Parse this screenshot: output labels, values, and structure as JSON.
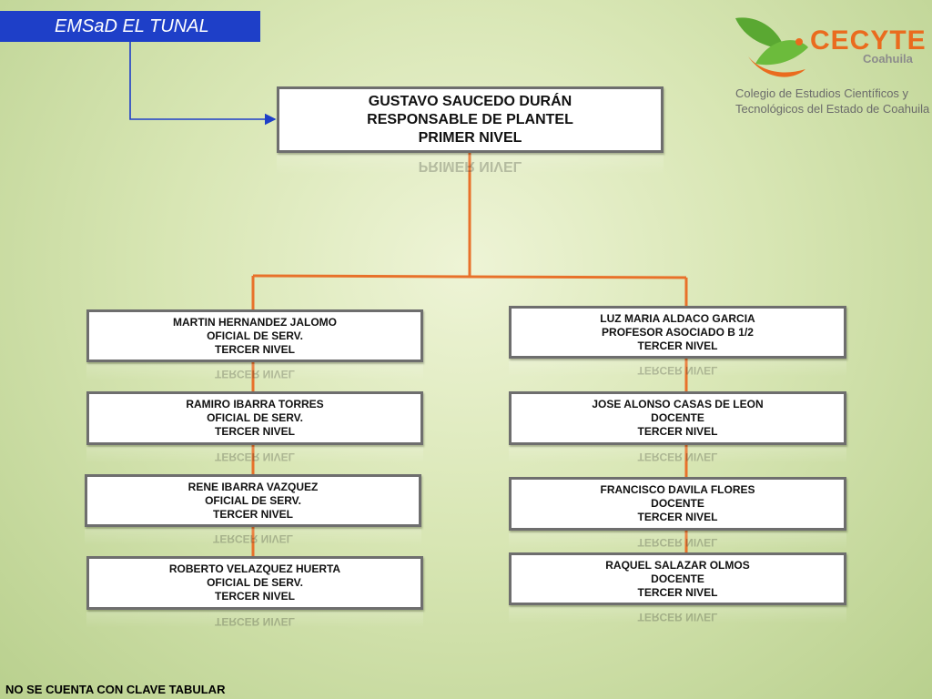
{
  "header": {
    "title": "EMSaD EL TUNAL"
  },
  "logo": {
    "name": "CECYTE",
    "region": "Coahuila",
    "description_line1": "Colegio de Estudios Científicos y",
    "description_line2": "Tecnológicos del Estado de Coahuila",
    "brand_color": "#ea6b1e",
    "leaf_color": "#5aa832"
  },
  "head": {
    "name": "GUSTAVO SAUCEDO DURÁN",
    "role": "RESPONSABLE DE PLANTEL",
    "level": "PRIMER NIVEL"
  },
  "left_column": [
    {
      "name": "MARTIN  HERNANDEZ  JALOMO",
      "role": "OFICIAL DE SERV.",
      "level": "TERCER NIVEL"
    },
    {
      "name": "RAMIRO IBARRA TORRES",
      "role": "OFICIAL DE SERV.",
      "level": "TERCER NIVEL"
    },
    {
      "name": "RENE  IBARRA VAZQUEZ",
      "role": "OFICIAL DE SERV.",
      "level": "TERCER NIVEL"
    },
    {
      "name": "ROBERTO VELAZQUEZ HUERTA",
      "role": "OFICIAL DE SERV.",
      "level": "TERCER NIVEL"
    }
  ],
  "right_column": [
    {
      "name": "LUZ MARIA ALDACO GARCIA",
      "role": "PROFESOR ASOCIADO B 1/2",
      "level": "TERCER NIVEL"
    },
    {
      "name": "JOSE ALONSO CASAS DE LEON",
      "role": "DOCENTE",
      "level": "TERCER NIVEL"
    },
    {
      "name": "FRANCISCO DAVILA FLORES",
      "role": "DOCENTE",
      "level": "TERCER NIVEL"
    },
    {
      "name": "RAQUEL SALAZAR OLMOS",
      "role": "DOCENTE",
      "level": "TERCER NIVEL"
    }
  ],
  "footer": {
    "note": "NO SE CUENTA CON CLAVE TABULAR"
  },
  "colors": {
    "connector": "#e8712a",
    "title_bg": "#1e3fc8",
    "arrow": "#1e3fc8",
    "box_border": "#6e6e6e"
  }
}
